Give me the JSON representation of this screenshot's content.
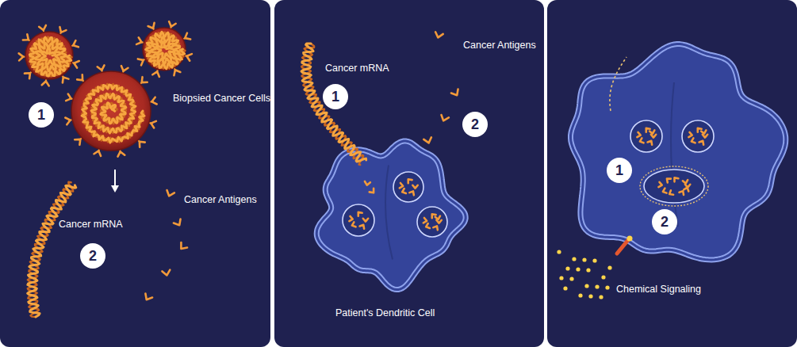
{
  "diagram": {
    "nodes": [
      {
        "text": [
          "1"
        ]
      },
      {
        "text": [
          "2"
        ]
      },
      {
        "text": [
          "1"
        ]
      },
      {
        "text": [
          "2"
        ]
      },
      {
        "text": [
          "1"
        ]
      },
      {
        "text": [
          "2"
        ]
      }
    ],
    "labels": [
      "Biopsied Cancer Cells",
      "Cancer mRNA",
      "Cancer Antigens",
      "Cancer mRNA",
      "Cancer Antigens",
      "Patient's Dendritic Cell",
      "Chemical Signaling"
    ]
  }
}
